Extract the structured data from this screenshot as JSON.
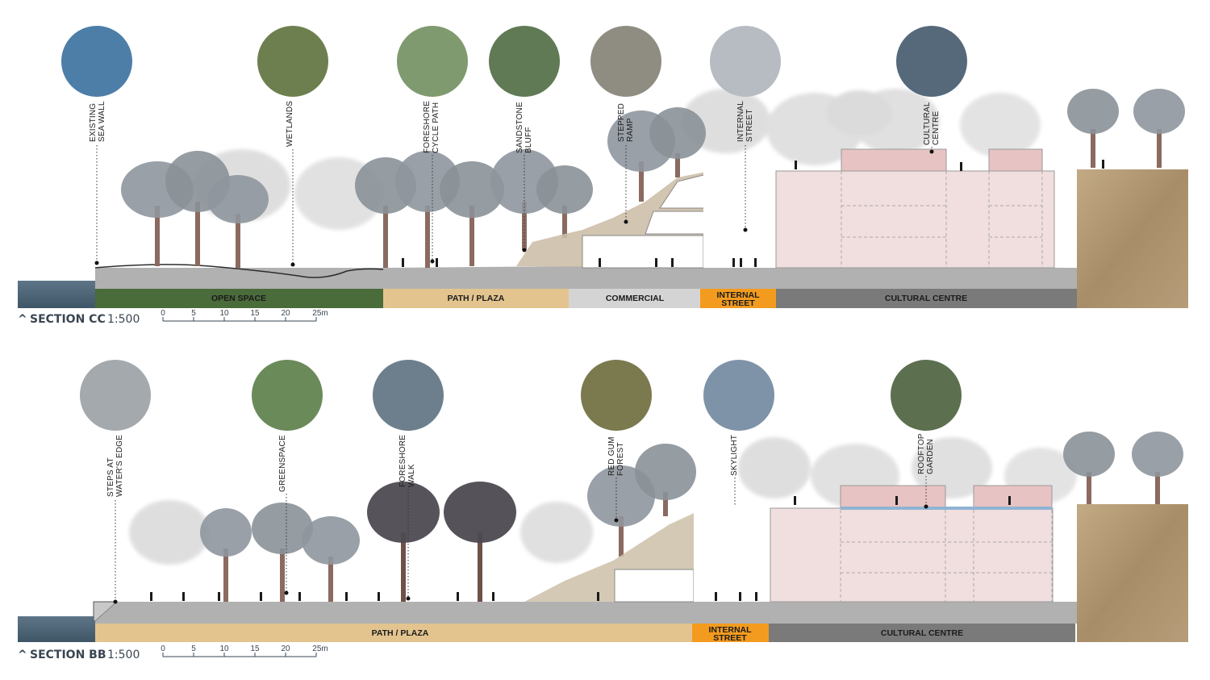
{
  "sections": [
    {
      "title": "SECTION CC",
      "scale": "1:500",
      "scale_ticks": [
        "0",
        "5",
        "10",
        "15",
        "20",
        "25m"
      ],
      "callouts": [
        {
          "line1": "EXISTING",
          "line2": "SEA WALL"
        },
        {
          "line1": "WETLANDS",
          "line2": ""
        },
        {
          "line1": "FORESHORE",
          "line2": "CYCLE PATH"
        },
        {
          "line1": "SANDSTONE",
          "line2": "BLUFF"
        },
        {
          "line1": "STEPPED",
          "line2": "RAMP"
        },
        {
          "line1": "INTERNAL",
          "line2": "STREET"
        },
        {
          "line1": "CULTURAL",
          "line2": "CENTRE"
        }
      ],
      "zones": [
        {
          "line1": "OPEN SPACE",
          "line2": "",
          "color": "#4a6b3a"
        },
        {
          "line1": "PATH / PLAZA",
          "line2": "",
          "color": "#e3c48f"
        },
        {
          "line1": "COMMERCIAL",
          "line2": "",
          "color": "#d4d4d4"
        },
        {
          "line1": "INTERNAL",
          "line2": "STREET",
          "color": "#f39b1f"
        },
        {
          "line1": "CULTURAL CENTRE",
          "line2": "",
          "color": "#7a7a7a"
        }
      ]
    },
    {
      "title": "SECTION BB",
      "scale": "1:500",
      "scale_ticks": [
        "0",
        "5",
        "10",
        "15",
        "20",
        "25m"
      ],
      "callouts": [
        {
          "line1": "STEPS AT",
          "line2": "WATER'S EDGE"
        },
        {
          "line1": "GREENSPACE",
          "line2": ""
        },
        {
          "line1": "FORESHORE",
          "line2": "WALK"
        },
        {
          "line1": "RED GUM",
          "line2": "FOREST"
        },
        {
          "line1": "SKYLIGHT",
          "line2": ""
        },
        {
          "line1": "ROOFTOP",
          "line2": "GARDEN"
        }
      ],
      "zones": [
        {
          "line1": "PATH / PLAZA",
          "line2": "",
          "color": "#e3c48f"
        },
        {
          "line1": "INTERNAL",
          "line2": "STREET",
          "color": "#f39b1f"
        },
        {
          "line1": "CULTURAL CENTRE",
          "line2": "",
          "color": "#7a7a7a"
        }
      ]
    }
  ],
  "colors": {
    "water": "#4d6678",
    "ground": "#b2b2b2",
    "building": "#f0dcdc",
    "roof_block": "#e7c1c1",
    "cliff": "#b59b74",
    "tree_trunk": "#8b6a60",
    "tree_canopy": "#8e959c",
    "tree_bg": "#d3d3d3"
  }
}
